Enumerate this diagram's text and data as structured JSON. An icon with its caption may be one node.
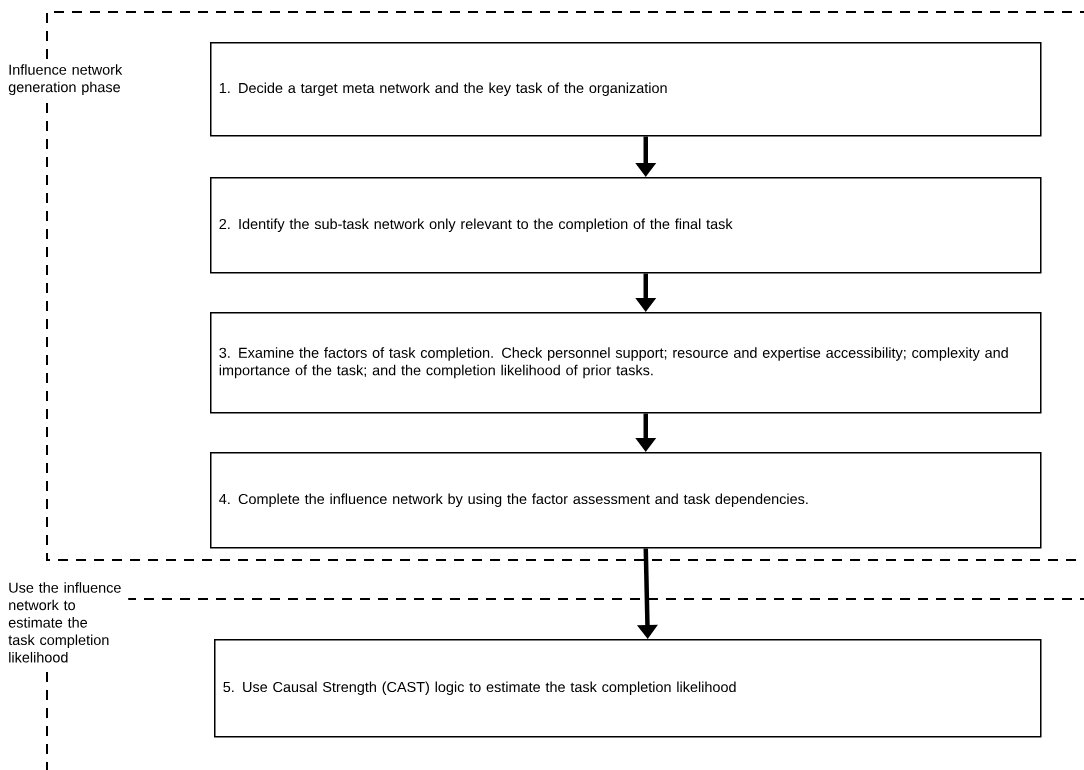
{
  "diagram": {
    "nodes": [
      {
        "text": [
          "Influence network generation phase"
        ]
      },
      {
        "text": [
          "1. Decide a target meta network and the key task of the organization"
        ],
        "in": 0
      },
      {
        "text": [
          "2. Identify the sub-task network only relevant to the completion of the final task"
        ],
        "in": 0
      },
      {
        "text": [
          "3. Examine the factors of task completion. Check personnel support; resource and expertise accessibility; complexity and importance of the task; and the completion likelihood of prior tasks."
        ],
        "in": 0
      },
      {
        "text": [
          "4. Complete the influence network by using the factor assessment and task dependencies."
        ],
        "in": 0
      },
      {
        "text": [
          "Use the influence network to estimate the task completion likelihood"
        ]
      },
      {
        "text": [
          "5. Use Causal Strength (CAST) logic to estimate the task completion likelihood"
        ],
        "in": 5
      }
    ],
    "edges": [
      {
        "from": 1,
        "to": 2,
        "arrow": "to"
      },
      {
        "from": 2,
        "to": 3,
        "arrow": "to"
      },
      {
        "from": 3,
        "to": 4,
        "arrow": "to"
      },
      {
        "from": 4,
        "to": 6,
        "arrow": "to"
      }
    ]
  }
}
